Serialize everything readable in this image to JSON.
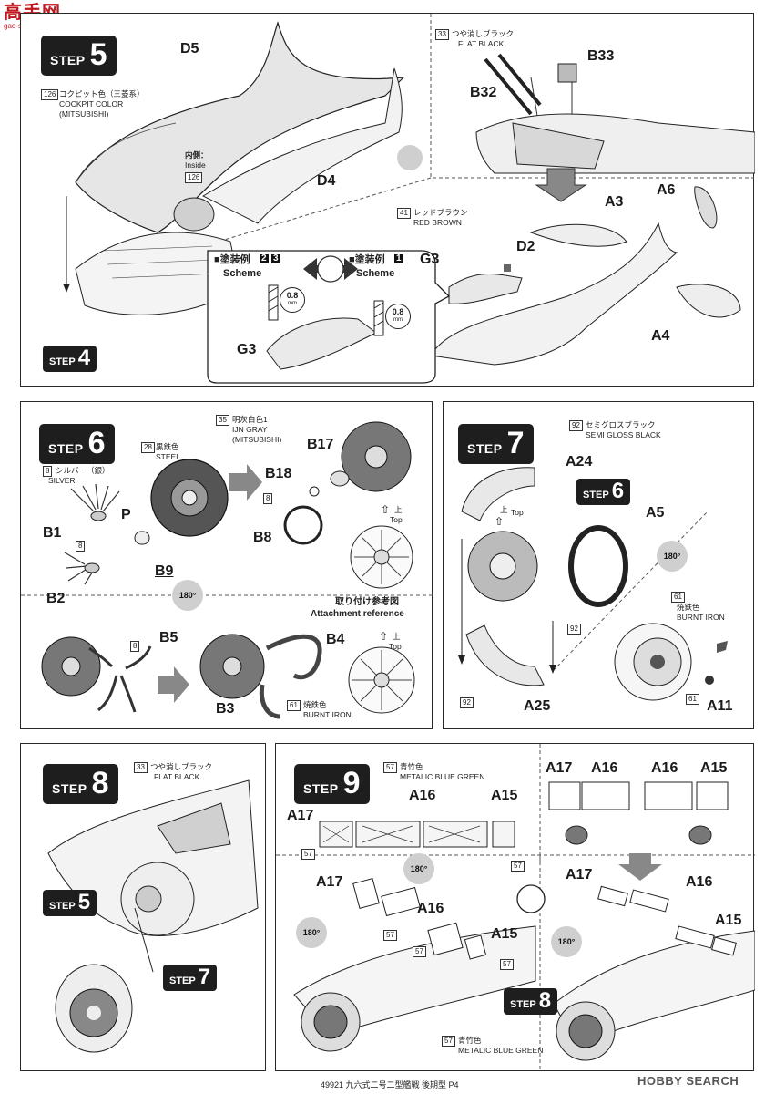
{
  "logo": {
    "main": "高手网",
    "sub": "gao-shou.com"
  },
  "panels": {
    "step5": {
      "step_word": "STEP",
      "step_num": "5",
      "parts": [
        "D5",
        "D4",
        "B32",
        "B33",
        "A3",
        "A6",
        "A4",
        "D2",
        "G3"
      ],
      "colors": {
        "cockpit": {
          "num": "126",
          "jp": "コクピット色（三菱系）",
          "en1": "COCKPIT COLOR",
          "en2": "(MITSUBISHI)"
        },
        "flat_black": {
          "num": "33",
          "jp": "つや消しブラック",
          "en": "FLAT BLACK"
        },
        "red_brown": {
          "num": "41",
          "jp": "レッドブラウン",
          "en": "RED BROWN"
        }
      },
      "inside": {
        "jp": "内側：",
        "en": "Inside",
        "num": "126"
      },
      "scheme": {
        "left_jp": "■塗装例",
        "left_nums": [
          "2",
          "3"
        ],
        "left_en": "Scheme",
        "right_jp": "■塗装例",
        "right_nums": [
          "1"
        ],
        "right_en": "Scheme",
        "drill": "0.8",
        "drill_unit": "mm",
        "g3": "G3"
      },
      "mini_step": {
        "word": "STEP",
        "num": "4"
      }
    },
    "step6": {
      "step_word": "STEP",
      "step_num": "6",
      "parts": [
        "B1",
        "B2",
        "P",
        "B9",
        "B18",
        "B17",
        "B8",
        "B5",
        "B4",
        "B3"
      ],
      "colors": {
        "silver": {
          "num": "8",
          "jp": "シルバー（銀）",
          "en": "SILVER"
        },
        "steel": {
          "num": "28",
          "jp": "黒鉄色",
          "en": "STEEL"
        },
        "ijn_gray": {
          "num": "35",
          "jp": "明灰白色1",
          "en1": "IJN GRAY",
          "en2": "(MITSUBISHI)"
        },
        "burnt_iron": {
          "num": "61",
          "jp": "焼鉄色",
          "en": "BURNT IRON"
        }
      },
      "top_jp": "上",
      "top_en": "Top",
      "attach_jp": "取り付け参考図",
      "attach_en": "Attachment reference",
      "rotate": "180°",
      "marker8": "8"
    },
    "step7": {
      "step_word": "STEP",
      "step_num": "7",
      "parts": [
        "A24",
        "A5",
        "A25",
        "A11"
      ],
      "colors": {
        "semi_gloss": {
          "num": "92",
          "jp": "セミグロスブラック",
          "en": "SEMI GLOSS BLACK"
        },
        "burnt_iron": {
          "num": "61",
          "jp": "焼鉄色",
          "en": "BURNT IRON"
        }
      },
      "top_jp": "上",
      "top_en": "Top",
      "mini_step": {
        "word": "STEP",
        "num": "6"
      },
      "rotate": "180°",
      "marker92": "92",
      "marker61": "61"
    },
    "step8": {
      "step_word": "STEP",
      "step_num": "8",
      "colors": {
        "flat_black": {
          "num": "33",
          "jp": "つや消しブラック",
          "en": "FLAT BLACK"
        }
      },
      "mini_a": {
        "word": "STEP",
        "num": "5"
      },
      "mini_b": {
        "word": "STEP",
        "num": "7"
      }
    },
    "step9": {
      "step_word": "STEP",
      "step_num": "9",
      "parts": [
        "A17",
        "A16",
        "A15"
      ],
      "colors": {
        "metalic_blue": {
          "num": "57",
          "jp": "青竹色",
          "en": "METALIC BLUE GREEN"
        }
      },
      "rotate": "180°",
      "mini_step": {
        "word": "STEP",
        "num": "8"
      },
      "marker57": "57"
    }
  },
  "footer": {
    "text": "49921 九六式二号二型艦戦 後期型  P4",
    "watermark": "HOBBY SEARCH"
  }
}
